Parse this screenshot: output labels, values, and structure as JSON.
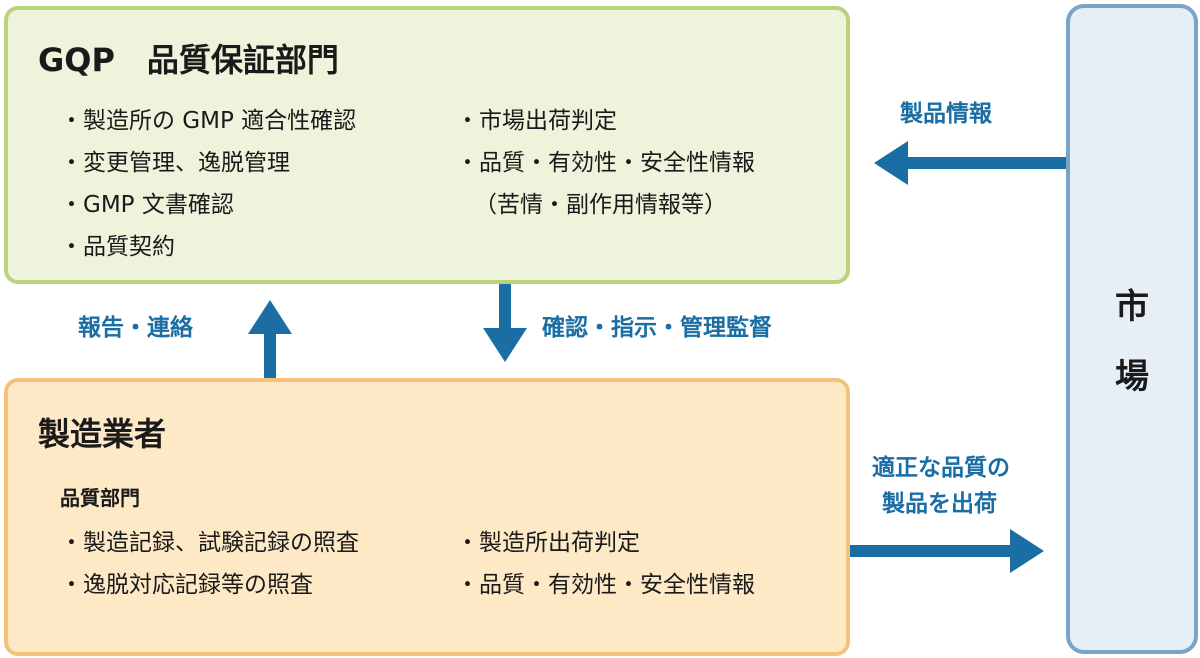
{
  "gqp": {
    "title": "GQP　品質保証部門",
    "left_items": [
      "・製造所の GMP 適合性確認",
      "・変更管理、逸脱管理",
      "・GMP 文書確認",
      "・品質契約"
    ],
    "right_items": [
      "・市場出荷判定",
      "・品質・有効性・安全性情報",
      "（苦情・副作用情報等）"
    ]
  },
  "manufacturer": {
    "title": "製造業者",
    "sub_title": "品質部門",
    "left_items": [
      "・製造記録、試験記録の照査",
      "・逸脱対応記録等の照査"
    ],
    "right_items": [
      "・製造所出荷判定",
      "・品質・有効性・安全性情報"
    ]
  },
  "market": {
    "label_line1": "市",
    "label_line2": "場"
  },
  "flows": {
    "product_info": "製品情報",
    "report_contact": "報告・連絡",
    "confirm_instruct": "確認・指示・管理監督",
    "ship_line1": "適正な品質の",
    "ship_line2": "製品を出荷"
  },
  "colors": {
    "arrow": "#1a6ea3",
    "gqp_fill": "#eef3db",
    "gqp_border": "#b8d37c",
    "mfr_fill": "#fde9c6",
    "mfr_border": "#f5c27e",
    "market_fill": "#e6eef6",
    "market_border": "#7aa3c6"
  }
}
